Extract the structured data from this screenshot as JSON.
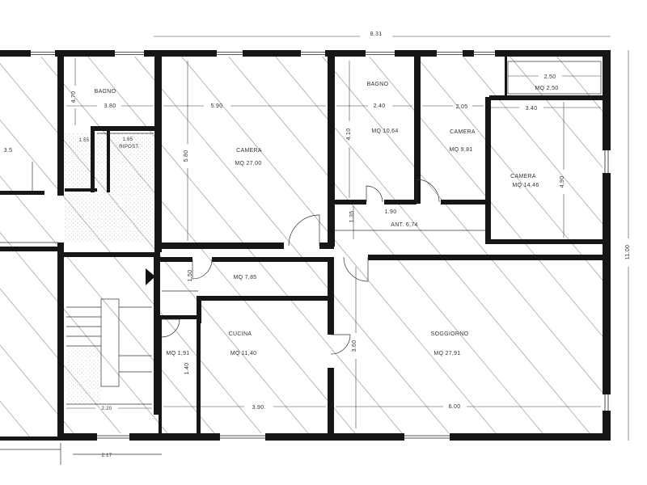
{
  "overall": {
    "width": "8.31",
    "depth": "11.00"
  },
  "neighbor": {
    "label": "3.5"
  },
  "outside": {
    "dim": "2.17"
  },
  "rooms": {
    "bagno_left": {
      "label": "BAGNO",
      "dim_w": "3.80",
      "dim_h": "4.70"
    },
    "closet_a": {
      "dim": "1.55"
    },
    "closet_b": {
      "dim": "1.65",
      "label": "RIPOST."
    },
    "camera_1": {
      "label": "CAMERA",
      "area": "MQ 27,00",
      "dim_w": "5.90",
      "dim_h": "5.80"
    },
    "bagno_right": {
      "label": "BAGNO",
      "area": "MQ 10,64",
      "dim_w": "2.40",
      "dim_h": "4.10"
    },
    "camera_2": {
      "label": "CAMERA",
      "area": "MQ 9,81",
      "dim_w": "2.05"
    },
    "wc_top": {
      "dim_w": "2.50",
      "area": "MQ 2,50"
    },
    "camera_3": {
      "label": "CAMERA",
      "area": "MQ 14,46",
      "dim_w": "3.40",
      "dim_h": "4.90"
    },
    "antibagno": {
      "label": "ANT. 6,74",
      "dim_w": "1.90",
      "dim_h": "1.35"
    },
    "ingresso": {
      "area": "MQ 7,85",
      "dim_h": "1.50"
    },
    "cucina": {
      "label": "CUCINA",
      "area": "MQ 11,40",
      "dim_w": "3.90"
    },
    "wc_bottom": {
      "area": "MQ 1,91",
      "dim_h": "1.40"
    },
    "soggiorno": {
      "label": "SOGGIORNO",
      "area": "MQ 27,91",
      "dim_w": "6.00",
      "dim_h": "3.60"
    },
    "stairs": {
      "dim_w": "2.20"
    }
  },
  "colors": {
    "wall": "#161616",
    "hatch": "#9c9c9c",
    "text": "#333333"
  }
}
